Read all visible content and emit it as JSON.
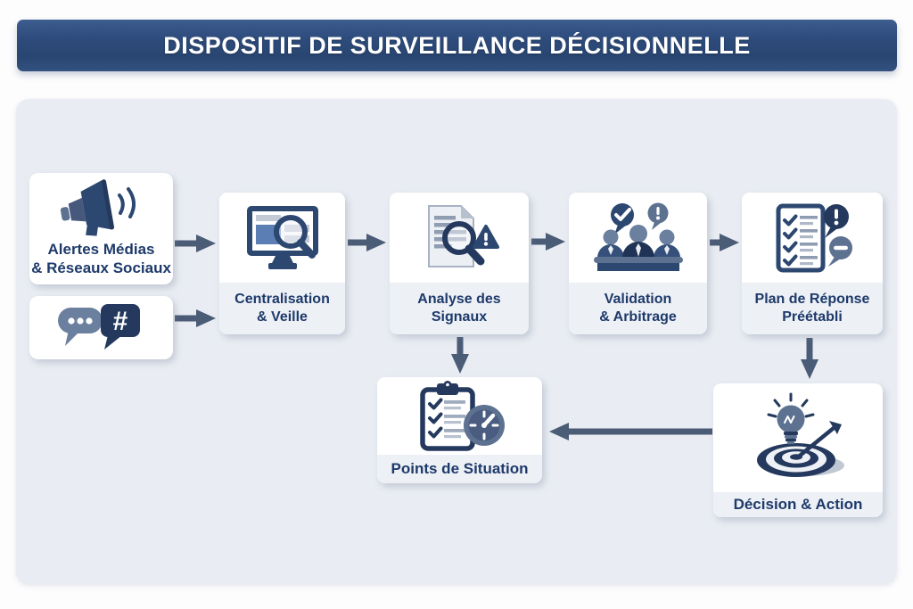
{
  "header": {
    "title": "DISPOSITIF DE SURVEILLANCE DÉCISIONNELLE"
  },
  "sources": [
    {
      "label_line1": "Alertes Médias",
      "label_line2": "& Réseaux Sociaux",
      "icon": "megaphone-icon"
    },
    {
      "icon": "social-chat-hashtag-icon"
    }
  ],
  "steps": [
    {
      "label_line1": "Centralisation",
      "label_line2": "& Veille",
      "icon": "monitor-search-icon"
    },
    {
      "label_line1": "Analyse des",
      "label_line2": "Signaux",
      "icon": "document-search-alert-icon"
    },
    {
      "label_line1": "Validation",
      "label_line2": "& Arbitrage",
      "icon": "committee-discussion-icon"
    },
    {
      "label_line1": "Plan de Réponse",
      "label_line2": "Préétabli",
      "icon": "checklist-alert-icon"
    }
  ],
  "outputs": [
    {
      "label": "Points de Situation",
      "icon": "clipboard-clock-icon"
    },
    {
      "label": "Décision & Action",
      "icon": "lightbulb-target-icon"
    }
  ],
  "colors": {
    "banner": "#2e4c7c",
    "panel_background": "#e9edf3",
    "box_label_background": "#edf0f5",
    "text_navy": "#1e3a6b",
    "arrow_slate": "#4b5c77",
    "icon_navy": "#2c4770",
    "icon_slate": "#5d7191"
  }
}
